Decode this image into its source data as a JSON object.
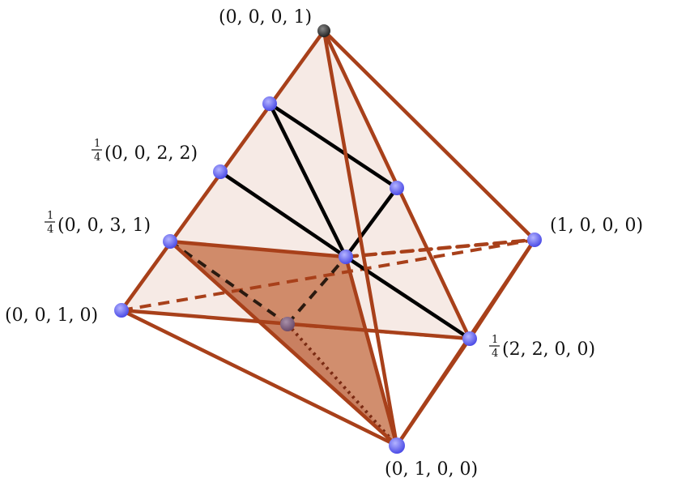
{
  "diagram": {
    "colors": {
      "edge": "#a8401a",
      "black_edge": "#000000",
      "face_light": "#f3e3dc",
      "face_dark": "#c97a55",
      "vertex": "#6b6bf2",
      "apex": "#3a3a3a"
    },
    "labels": {
      "apex": "(0, 0, 0, 1)",
      "p_0022": "(0, 0, 2, 2)",
      "p_0031": "(0, 0, 3, 1)",
      "v_0010": "(0, 0, 1, 0)",
      "v_1000": "(1, 0, 0, 0)",
      "p_2200": "(2, 2, 0, 0)",
      "v_0100": "(0, 1, 0, 0)",
      "frac_num": "1",
      "frac_den": "4"
    }
  }
}
